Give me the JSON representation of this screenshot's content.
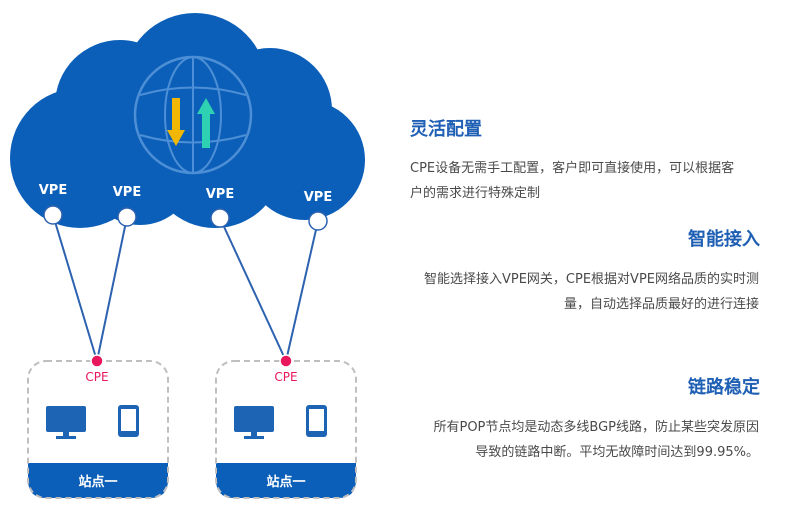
{
  "diagram": {
    "vpe_nodes": [
      {
        "label": "VPE"
      },
      {
        "label": "VPE"
      },
      {
        "label": "VPE"
      },
      {
        "label": "VPE"
      }
    ],
    "sites": [
      {
        "cpe_label": "CPE",
        "name": "站点一"
      },
      {
        "cpe_label": "CPE",
        "name": "站点一"
      }
    ],
    "colors": {
      "cloud": "#0c5fb8",
      "cloud_globe": "#4d8fd6",
      "link_line": "#2c62b0",
      "cpe_dot": "#e8175d",
      "cpe_text": "#e8175d",
      "site_border": "#bfbfbf",
      "site_band": "#0c5fb8",
      "device": "#1e64b4",
      "arrow_down": "#f2b705",
      "arrow_up": "#2ed1b2"
    }
  },
  "features": [
    {
      "title": "灵活配置",
      "lines": [
        "CPE设备无需手工配置，客户即可直接使用，可以根据客",
        "户的需求进行特殊定制"
      ]
    },
    {
      "title": "智能接入",
      "lines": [
        "智能选择接入VPE网关，CPE根据对VPE网络品质的实时测",
        "量，自动选择品质最好的进行连接"
      ]
    },
    {
      "title": "链路稳定",
      "lines": [
        "所有POP节点均是动态多线BGP线路，防止某些突发原因",
        "导致的链路中断。平均无故障时间达到99.95%。"
      ]
    }
  ]
}
